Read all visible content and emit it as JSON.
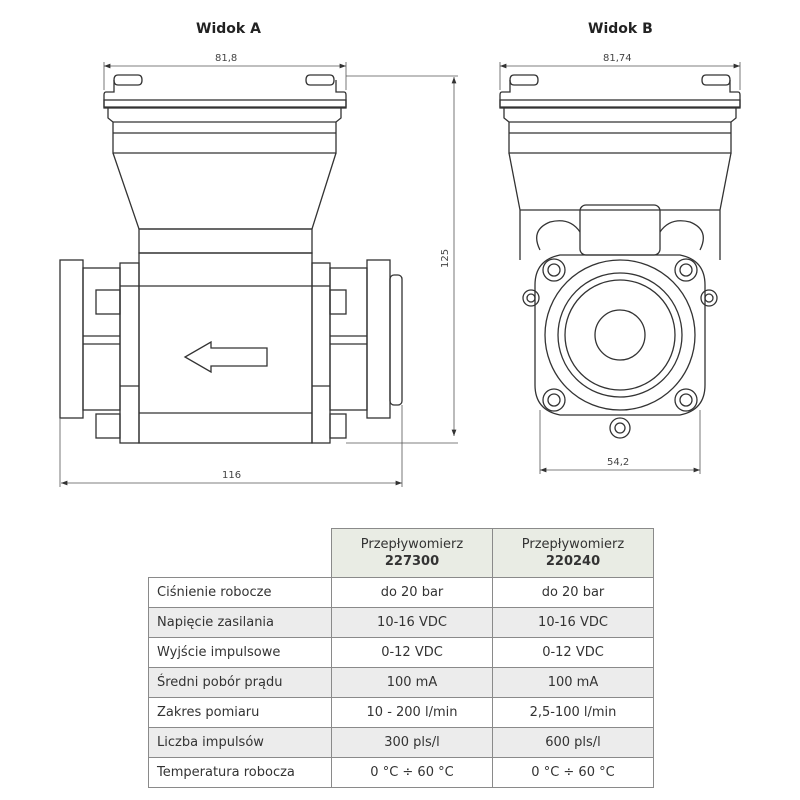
{
  "views": {
    "a": {
      "title": "Widok A",
      "dim_width": "81,8",
      "dim_height": "125",
      "dim_length": "116"
    },
    "b": {
      "title": "Widok B",
      "dim_width": "81,74",
      "dim_base": "54,2"
    }
  },
  "table": {
    "columns": [
      {
        "label": "Przepływomierz",
        "model": "227300"
      },
      {
        "label": "Przepływomierz",
        "model": "220240"
      }
    ],
    "rows": [
      {
        "label": "Ciśnienie robocze",
        "v1": "do 20 bar",
        "v2": "do 20 bar"
      },
      {
        "label": "Napięcie zasilania",
        "v1": "10-16 VDC",
        "v2": "10-16 VDC"
      },
      {
        "label": "Wyjście impulsowe",
        "v1": "0-12 VDC",
        "v2": "0-12 VDC"
      },
      {
        "label": "Średni pobór prądu",
        "v1": "100 mA",
        "v2": "100 mA"
      },
      {
        "label": "Zakres pomiaru",
        "v1": "10 - 200 l/min",
        "v2": "2,5-100 l/min"
      },
      {
        "label": "Liczba impulsów",
        "v1": "300 pls/l",
        "v2": "600 pls/l"
      },
      {
        "label": "Temperatura robocza",
        "v1": "0 °C ÷ 60 °C",
        "v2": "0 °C ÷ 60 °C"
      }
    ]
  }
}
